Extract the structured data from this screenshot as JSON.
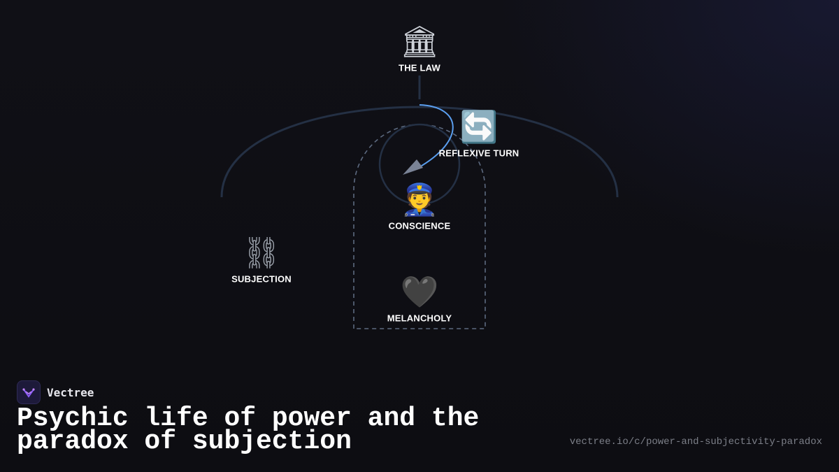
{
  "diagram": {
    "nodes": {
      "law": {
        "label": "THE LAW",
        "icon": "classical-building-icon",
        "glyph": "🏛"
      },
      "reflexive_turn": {
        "label": "REFLEXIVE TURN",
        "icon": "counterclockwise-arrows-icon",
        "glyph": "🔄"
      },
      "conscience": {
        "label": "CONSCIENCE",
        "icon": "police-officer-icon",
        "glyph": "👮"
      },
      "subjection": {
        "label": "SUBJECTION",
        "icon": "chains-icon",
        "glyph": "⛓"
      },
      "melancholy": {
        "label": "MELANCHOLY",
        "icon": "black-heart-icon",
        "glyph": "🖤"
      }
    },
    "colors": {
      "arc": "#243044",
      "dashed_frame": "#5d6a80",
      "arrow": "#5b9ff0",
      "arrow_head": "#7a8396"
    }
  },
  "brand": {
    "name": "Vectree",
    "icon": "vectree-logo-icon"
  },
  "title": "Psychic life of power and the paradox of subjection",
  "url": "vectree.io/c/power-and-subjectivity-paradox"
}
